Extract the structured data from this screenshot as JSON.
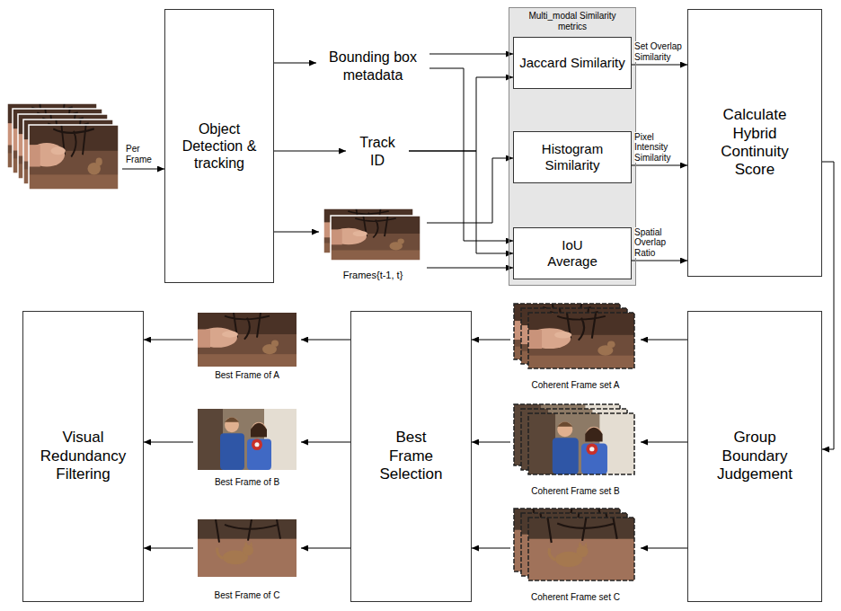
{
  "diagram": {
    "nodes": [
      {
        "text": [
          "Object Detection & tracking"
        ]
      },
      {
        "text": [
          "Bounding box metadata"
        ]
      },
      {
        "text": [
          "Track ID"
        ]
      },
      {
        "text": [
          "Frames{t-1, t}"
        ]
      },
      {
        "text": [
          "Multi_modal Similarity metrics"
        ]
      },
      {
        "text": [
          "Jaccard Similarity"
        ],
        "in": 4
      },
      {
        "text": [
          "Histogram Similarity"
        ],
        "in": 4
      },
      {
        "text": [
          "IoU Average"
        ],
        "in": 4
      },
      {
        "text": [
          "Calculate Hybrid Continuity Score"
        ]
      },
      {
        "text": [
          "Group Boundary Judgement"
        ]
      },
      {
        "text": [
          "Coherent Frame set A"
        ]
      },
      {
        "text": [
          "Coherent Frame set B"
        ]
      },
      {
        "text": [
          "Coherent Frame set C"
        ]
      },
      {
        "text": [
          "Best Frame Selection"
        ]
      },
      {
        "text": [
          "Best Frame of A"
        ]
      },
      {
        "text": [
          "Best Frame of B"
        ]
      },
      {
        "text": [
          "Best Frame of C"
        ]
      },
      {
        "text": [
          "Visual Redundancy Filtering"
        ]
      }
    ],
    "edges": [
      {
        "from": 0,
        "to": 1,
        "arrow": "to"
      },
      {
        "from": 0,
        "to": 2,
        "arrow": "to"
      },
      {
        "from": 0,
        "to": 3,
        "arrow": "to"
      },
      {
        "from": 1,
        "to": 5,
        "arrow": "to"
      },
      {
        "from": 1,
        "to": 7,
        "arrow": "to"
      },
      {
        "from": 2,
        "to": 5,
        "arrow": "to"
      },
      {
        "from": 2,
        "to": 7,
        "arrow": "to"
      },
      {
        "from": 3,
        "to": 6,
        "arrow": "to"
      },
      {
        "from": 3,
        "to": 7,
        "arrow": "to"
      },
      {
        "from": 5,
        "to": 8,
        "label": "Set Overlap Similarity",
        "arrow": "to"
      },
      {
        "from": 6,
        "to": 8,
        "label": "Pixel Intensity Similarity",
        "arrow": "to"
      },
      {
        "from": 7,
        "to": 8,
        "label": "Spatial Overlap Ratio",
        "arrow": "to"
      },
      {
        "from": 8,
        "to": 9,
        "arrow": "to"
      },
      {
        "from": 9,
        "to": 10,
        "arrow": "to"
      },
      {
        "from": 9,
        "to": 11,
        "arrow": "to"
      },
      {
        "from": 9,
        "to": 12,
        "arrow": "to"
      },
      {
        "from": 10,
        "to": 13,
        "arrow": "to"
      },
      {
        "from": 11,
        "to": 13,
        "arrow": "to"
      },
      {
        "from": 12,
        "to": 13,
        "arrow": "to"
      },
      {
        "from": 13,
        "to": 14,
        "arrow": "to"
      },
      {
        "from": 13,
        "to": 15,
        "arrow": "to"
      },
      {
        "from": 13,
        "to": 16,
        "arrow": "to"
      },
      {
        "from": 14,
        "to": 17,
        "arrow": "to"
      },
      {
        "from": 15,
        "to": 17,
        "arrow": "to"
      },
      {
        "from": 16,
        "to": 17,
        "arrow": "to"
      }
    ],
    "labels": [
      "Per Frame"
    ]
  }
}
